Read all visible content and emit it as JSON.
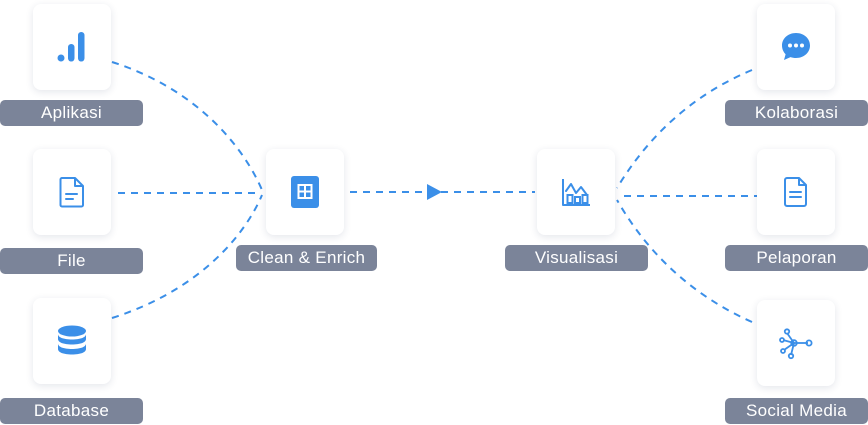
{
  "colors": {
    "accent": "#3b8fe8",
    "label_bg": "#7b8499",
    "label_text": "#ffffff",
    "card_bg": "#ffffff"
  },
  "sources": [
    {
      "label": "Aplikasi",
      "icon": "bar-signal-icon"
    },
    {
      "label": "File",
      "icon": "document-icon"
    },
    {
      "label": "Database",
      "icon": "database-icon"
    }
  ],
  "process": {
    "label": "Clean & Enrich",
    "icon": "spreadsheet-icon"
  },
  "hub": {
    "label": "Visualisasi",
    "icon": "chart-icon"
  },
  "outputs": [
    {
      "label": "Kolaborasi",
      "icon": "chat-bubble-icon"
    },
    {
      "label": "Pelaporan",
      "icon": "report-icon"
    },
    {
      "label": "Social Media",
      "icon": "network-icon"
    }
  ]
}
